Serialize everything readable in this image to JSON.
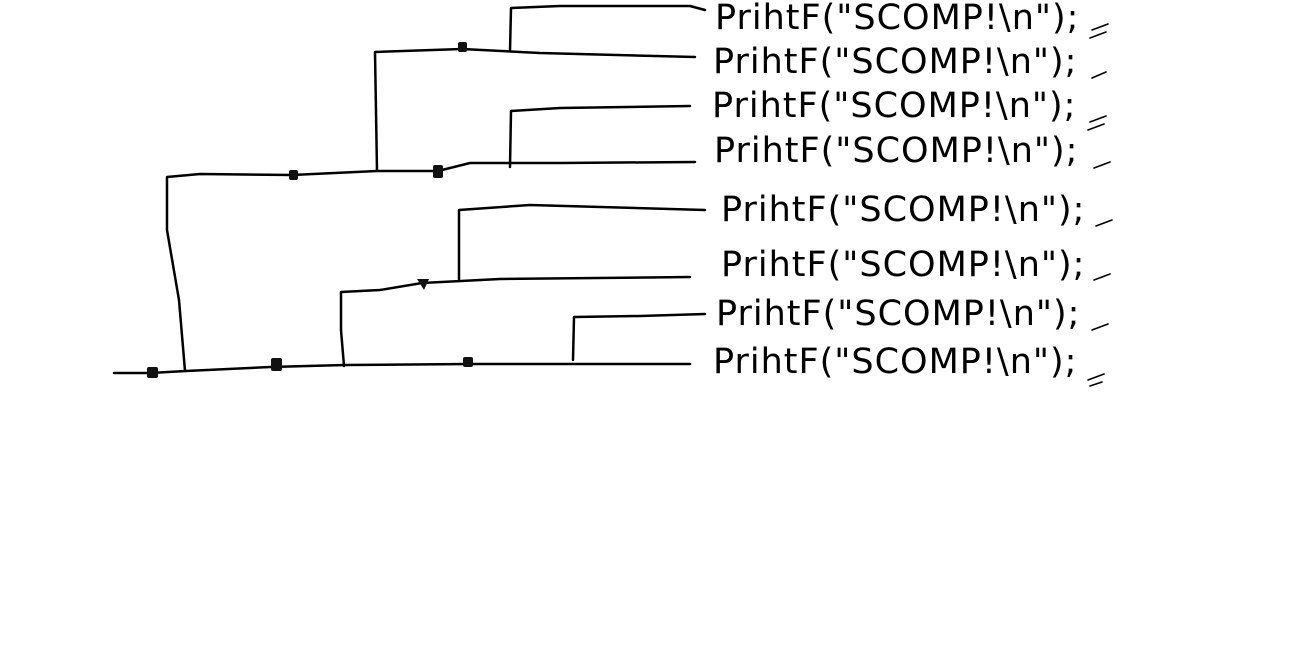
{
  "diagram": {
    "type": "process-tree",
    "leaves": [
      {
        "label": "PrihtF(\"SCOMP!\\n\");"
      },
      {
        "label": "PrihtF(\"SCOMP!\\n\");"
      },
      {
        "label": "PrihtF(\"SCOMP!\\n\");"
      },
      {
        "label": "PrihtF(\"SCOMP!\\n\");"
      },
      {
        "label": "PrihtF(\"SCOMP!\\n\");"
      },
      {
        "label": "PrihtF(\"SCOMP!\\n\");"
      },
      {
        "label": "PrihtF(\"SCOMP!\\n\");"
      },
      {
        "label": "PrihtF(\"SCOMP!\\n\");"
      }
    ],
    "colors": {
      "stroke": "#000000",
      "background": "#ffffff"
    }
  }
}
